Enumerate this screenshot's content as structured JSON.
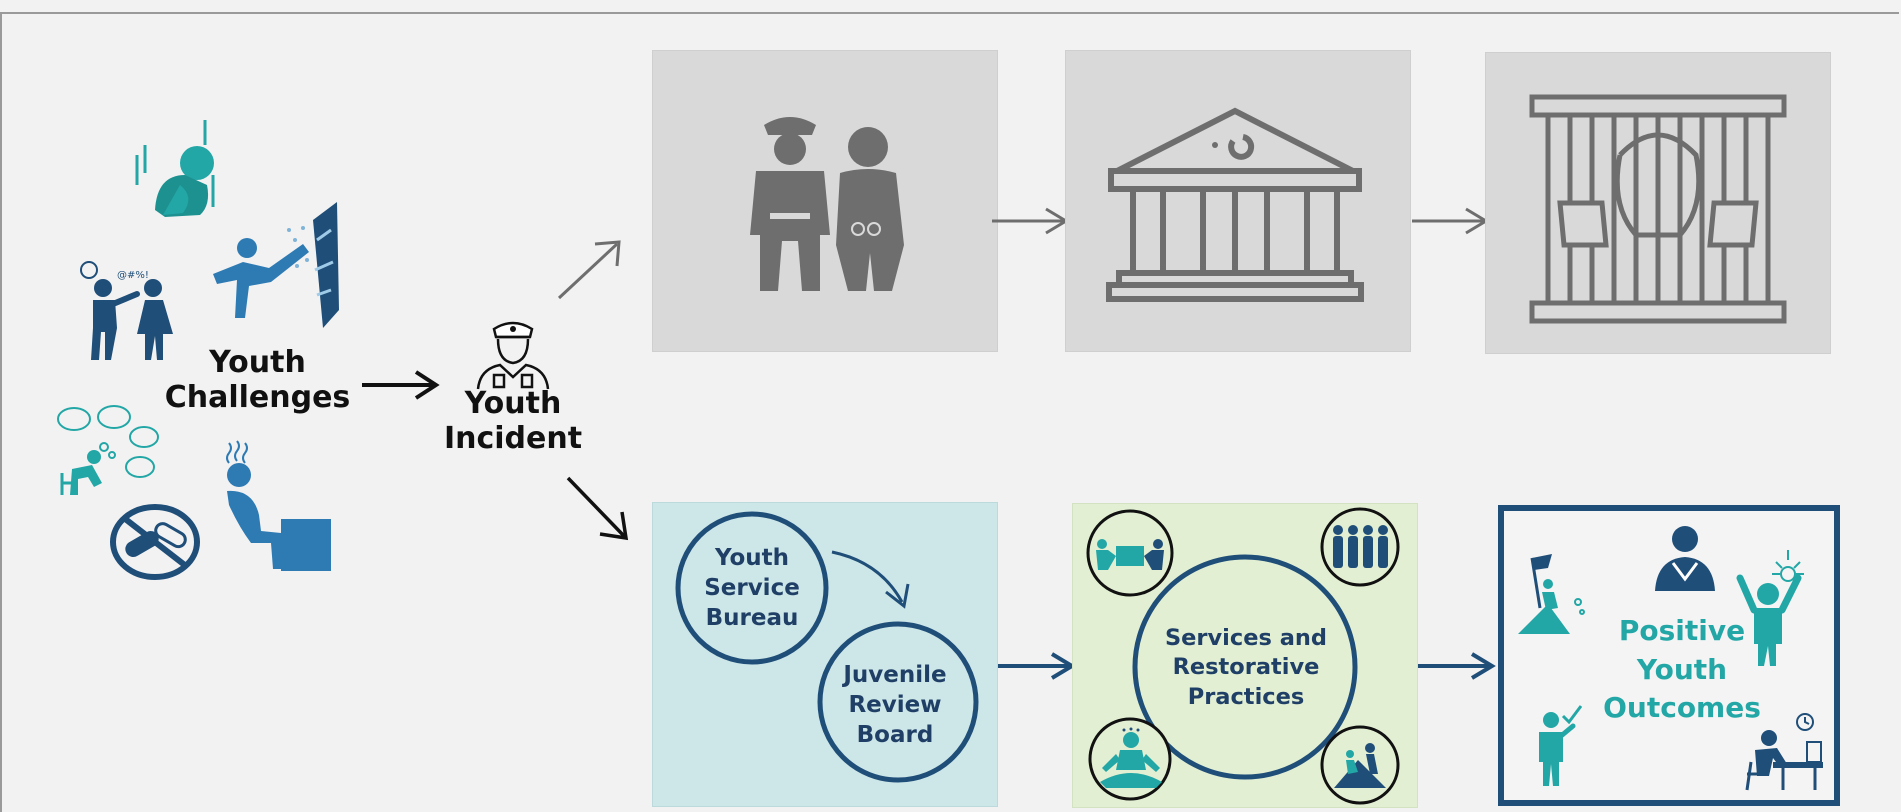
{
  "nodes": {
    "youth_challenges": "Youth\nChallenges",
    "youth_incident": "Youth\nIncident",
    "youth_service_bureau": "Youth\nService\nBureau",
    "juvenile_review_board": "Juvenile\nReview\nBoard",
    "services_restorative": "Services and\nRestorative\nPractices",
    "positive_outcomes": "Positive\nYouth\nOutcomes"
  },
  "colors": {
    "teal": "#23a7a6",
    "navy": "#1f4e79",
    "dark_blue": "#1f3f66",
    "gray_icon": "#6e6e6e",
    "gray_panel": "#d9d9d9",
    "ysb_panel": "#cde6e8",
    "services_panel": "#e2efd2"
  },
  "icons": {
    "challenges": [
      "sad-youth-icon",
      "angry-argument-icon",
      "vandalism-kick-icon",
      "confused-thoughts-icon",
      "lonely-youth-icon",
      "no-drugs-icon"
    ],
    "incident": "police-officer-icon",
    "justice_path": [
      "arrest-icon",
      "courthouse-icon",
      "jail-bars-icon"
    ],
    "services": [
      "teamwork-icon",
      "group-icon",
      "meditation-icon",
      "helping-hand-icon"
    ],
    "outcomes": [
      "achievement-flag-icon",
      "graduate-icon",
      "celebration-icon",
      "success-icon",
      "study-icon"
    ]
  }
}
